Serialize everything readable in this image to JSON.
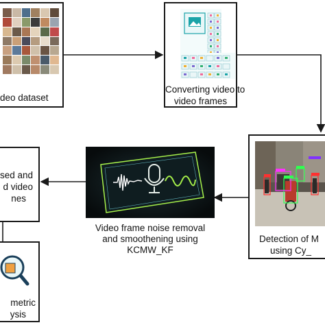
{
  "nodes": {
    "video_dataset": {
      "label": "deo dataset"
    },
    "frames": {
      "label_line1": "Converting video to",
      "label_line2": "video frames"
    },
    "detection": {
      "label_line1": "Detection of M",
      "label_line2": "using Cy_"
    },
    "noise": {
      "label_line1": "Video frame noise removal",
      "label_line2": "and smoothening using",
      "label_line3": "KCMW_KF"
    },
    "processed": {
      "label_line1": "sed and",
      "label_line2": "d video",
      "label_line3": "nes"
    },
    "metric": {
      "label_line1": "metric",
      "label_line2": "ysis"
    }
  },
  "colors": {
    "border": "#1a1a1a",
    "frame_tile_border": "#9fd0d6",
    "accent_teal": "#1aa3a8",
    "neon_green": "#a6f04a"
  }
}
